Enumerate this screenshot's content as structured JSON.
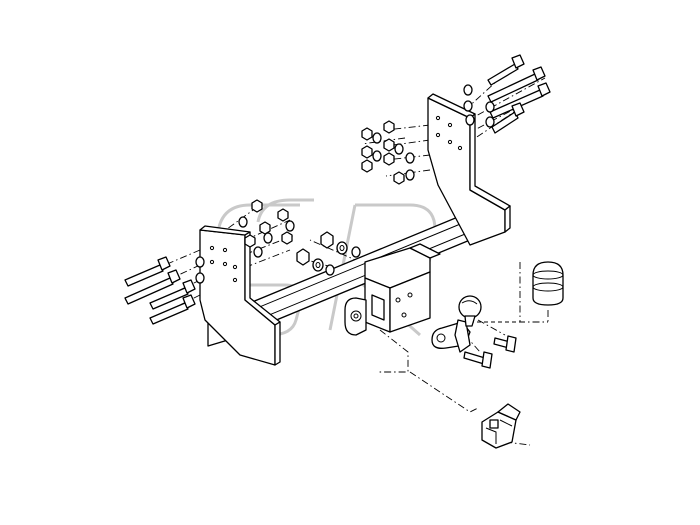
{
  "watermark": {
    "text": "SR"
  },
  "diagram": {
    "kind": "exploded tow bar assembly",
    "components": [
      "crossbar",
      "left-bracket",
      "right-bracket",
      "tow-ball",
      "ball-cover",
      "electrical-socket",
      "bolts",
      "nuts",
      "washers"
    ]
  },
  "colors": {
    "line": "#000000",
    "background": "#ffffff",
    "watermark": "#c9c9c9"
  }
}
